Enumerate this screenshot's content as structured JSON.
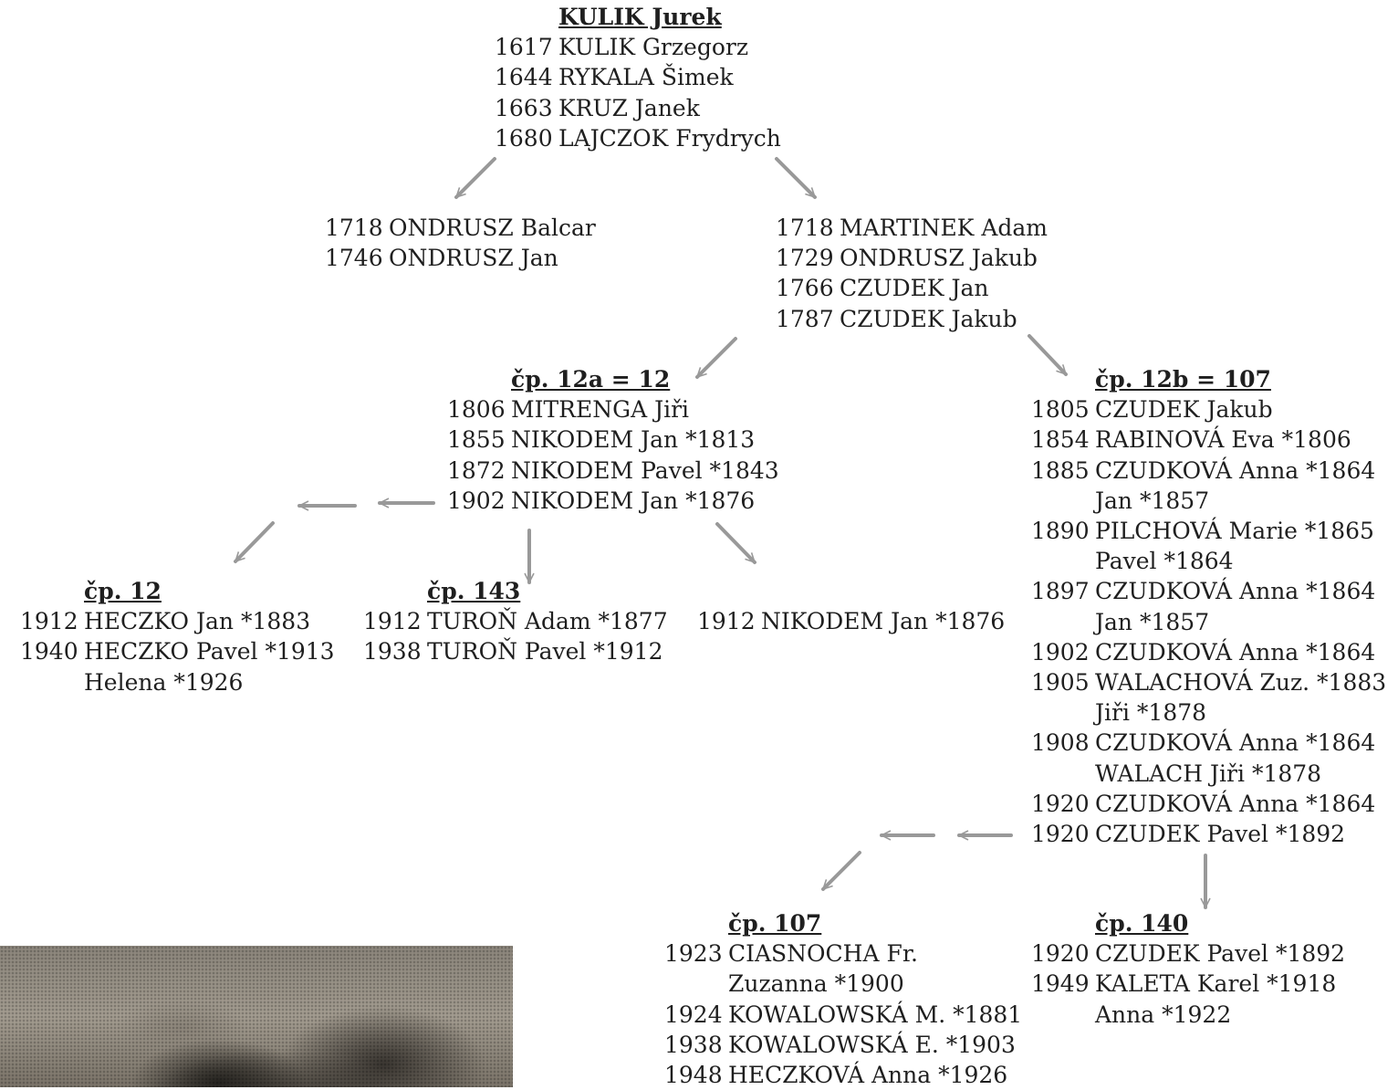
{
  "blocks": {
    "root": {
      "heading": "KULIK Jurek",
      "rows": [
        {
          "y": "1617",
          "n": "KULIK Grzegorz"
        },
        {
          "y": "1644",
          "n": "RYKALA Šimek"
        },
        {
          "y": "1663",
          "n": "KRUZ Janek"
        },
        {
          "y": "1680",
          "n": "LAJCZOK Frydrych"
        }
      ]
    },
    "left1718": {
      "rows": [
        {
          "y": "1718",
          "n": "ONDRUSZ Balcar"
        },
        {
          "y": "1746",
          "n": "ONDRUSZ Jan"
        }
      ]
    },
    "right1718": {
      "rows": [
        {
          "y": "1718",
          "n": "MARTINEK Adam"
        },
        {
          "y": "1729",
          "n": "ONDRUSZ Jakub"
        },
        {
          "y": "1766",
          "n": "CZUDEK Jan"
        },
        {
          "y": "1787",
          "n": "CZUDEK Jakub"
        }
      ]
    },
    "cp12a": {
      "heading": "čp. 12a = 12",
      "rows": [
        {
          "y": "1806",
          "n": "MITRENGA Jiři"
        },
        {
          "y": "1855",
          "n": "NIKODEM Jan *1813"
        },
        {
          "y": "1872",
          "n": "NIKODEM Pavel *1843"
        },
        {
          "y": "1902",
          "n": "NIKODEM Jan *1876"
        }
      ]
    },
    "cp12b": {
      "heading": "čp. 12b = 107",
      "rows": [
        {
          "y": "1805",
          "n": "CZUDEK Jakub"
        },
        {
          "y": "1854",
          "n": "RABINOVÁ Eva *1806"
        },
        {
          "y": "1885",
          "n": "CZUDKOVÁ Anna *1864"
        },
        {
          "y": "",
          "n": "Jan *1857"
        },
        {
          "y": "1890",
          "n": "PILCHOVÁ Marie *1865"
        },
        {
          "y": "",
          "n": "Pavel *1864"
        },
        {
          "y": "1897",
          "n": "CZUDKOVÁ Anna *1864"
        },
        {
          "y": "",
          "n": "Jan *1857"
        },
        {
          "y": "1902",
          "n": "CZUDKOVÁ Anna *1864"
        },
        {
          "y": "1905",
          "n": "WALACHOVÁ Zuz. *1883"
        },
        {
          "y": "",
          "n": "Jiři *1878"
        },
        {
          "y": "1908",
          "n": "CZUDKOVÁ Anna *1864"
        },
        {
          "y": "",
          "n": "WALACH Jiři *1878"
        },
        {
          "y": "1920",
          "n": "CZUDKOVÁ Anna *1864"
        },
        {
          "y": "1920",
          "n": "CZUDEK Pavel *1892"
        }
      ]
    },
    "cp12": {
      "heading": "čp. 12",
      "rows": [
        {
          "y": "1912",
          "n": "HECZKO Jan *1883"
        },
        {
          "y": "1940",
          "n": "HECZKO Pavel *1913"
        },
        {
          "y": "",
          "n": "Helena *1926"
        }
      ]
    },
    "cp143": {
      "heading": "čp. 143",
      "rows": [
        {
          "y": "1912",
          "n": "TUROŇ Adam *1877"
        },
        {
          "y": "1938",
          "n": "TUROŇ Pavel *1912"
        }
      ]
    },
    "nikodem1912": {
      "rows": [
        {
          "y": "1912",
          "n": "NIKODEM Jan *1876"
        }
      ]
    },
    "cp107": {
      "heading": "čp. 107",
      "rows": [
        {
          "y": "1923",
          "n": "CIASNOCHA Fr."
        },
        {
          "y": "",
          "n": "Zuzanna *1900"
        },
        {
          "y": "1924",
          "n": "KOWALOWSKÁ M. *1881"
        },
        {
          "y": "1938",
          "n": "KOWALOWSKÁ E. *1903"
        },
        {
          "y": "1948",
          "n": "HECZKOVÁ Anna *1926"
        }
      ]
    },
    "cp140": {
      "heading": "čp. 140",
      "rows": [
        {
          "y": "1920",
          "n": "CZUDEK Pavel *1892"
        },
        {
          "y": "1949",
          "n": "KALETA Karel *1918"
        },
        {
          "y": "",
          "n": "Anna *1922"
        }
      ]
    }
  },
  "colors": {
    "arrow": "#999999",
    "text": "#1f1f1f"
  },
  "photo_icon": "portrait-photo"
}
